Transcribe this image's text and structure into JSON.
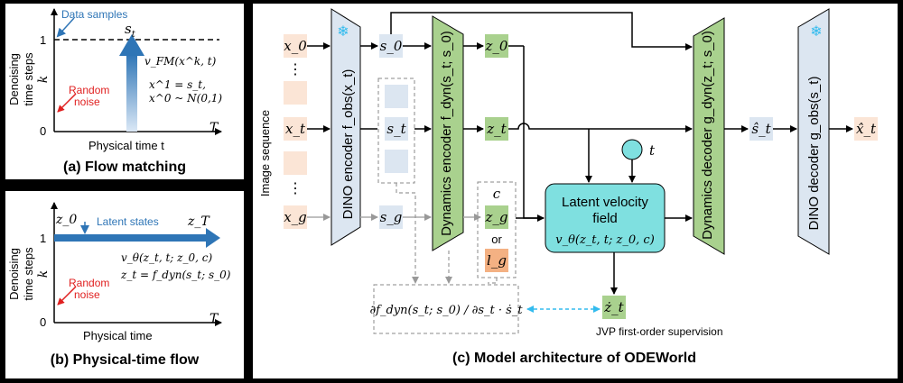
{
  "panel_a": {
    "caption": "(a) Flow matching",
    "ylabel_line1": "Denoising",
    "ylabel_line2": "time steps",
    "k": "k",
    "tick_1": "1",
    "tick_0": "0",
    "xlabel": "Physical time t",
    "T": "T",
    "data_samples": "Data samples",
    "random_noise_1": "Random",
    "random_noise_2": "noise",
    "st": "s",
    "st_sub": "t",
    "eq1": "v_FM(x^k, t)",
    "eq2": "x^1 = s_t,",
    "eq3": "x^0 ~ N(0,1)"
  },
  "panel_b": {
    "caption": "(b) Physical-time flow",
    "ylabel_line1": "Denoising",
    "ylabel_line2": "time steps",
    "k": "k",
    "tick_1": "1",
    "tick_0": "0",
    "xlabel": "Physical time",
    "T": "T",
    "z0": "z_0",
    "zT": "z_T",
    "latent_states": "Latent states",
    "random_noise_1": "Random",
    "random_noise_2": "noise",
    "eq1": "v_θ(z_t, t; z_0, c)",
    "eq2": "z_t = f_dyn(s_t; s_0)"
  },
  "panel_c": {
    "caption": "(c) Model architecture of ODEWorld",
    "image_sequence": "Image sequence",
    "x0": "x_0",
    "xt": "x_t",
    "xg": "x_g",
    "dots": "⋮",
    "dino_encoder": "DINO encoder f_obs(x_t)",
    "s0": "s_0",
    "st": "s_t",
    "sg": "s_g",
    "dyn_encoder": "Dynamics encoder f_dyn(s_t; s_0)",
    "z0": "z_0",
    "zt": "z_t",
    "c": "c",
    "zg": "z_g",
    "or": "or",
    "lg": "l_g",
    "latent_field_1": "Latent velocity",
    "latent_field_2": "field",
    "latent_field_3": "v_θ(z_t, t; z_0, c)",
    "t": "t",
    "zdot": "ż_t",
    "jvp": "∂f_dyn(s_t; s_0) / ∂s_t · ṡ_t",
    "jvp_label": "JVP first-order supervision",
    "dyn_decoder": "Dynamics decoder g_dyn(z_t; s_0)",
    "shat": "ŝ_t",
    "dino_decoder": "DINO decoder g_obs(s_t)",
    "xhat": "x̂_t"
  },
  "colors": {
    "blue_box": "#dce6f1",
    "green_box": "#a9d18e",
    "orange_box": "#fbe5d6",
    "orange_box_strong": "#f4b183",
    "teal": "#7fe0e0",
    "arrow_blue": "#2e75b6",
    "red": "#e02020",
    "cyan_dash": "#33bbee"
  }
}
